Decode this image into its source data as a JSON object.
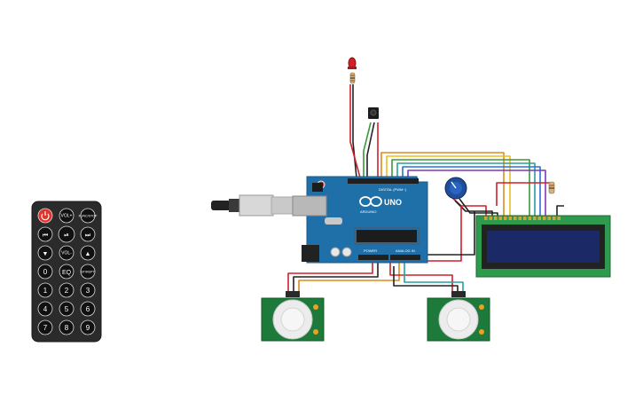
{
  "colors": {
    "background": "#ffffff",
    "arduino_board": "#1f6fa8",
    "remote_body": "#2b2b2b",
    "power_button": "#e0352b",
    "lcd_pcb": "#2e9a4e",
    "lcd_screen": "#1b2a66",
    "pir_pcb": "#1d7a3a",
    "wire_red": "#d0202a",
    "wire_black": "#222222",
    "wire_green": "#3a9a3a",
    "wire_orange": "#e08a1e",
    "wire_yellow": "#e8c020",
    "wire_blue": "#2f6fd8",
    "wire_purple": "#7a3ab8",
    "wire_teal": "#27a0a0"
  },
  "remote": {
    "power_icon": "power-icon",
    "buttons": [
      [
        "",
        "VOL+",
        "FUNC/STOP"
      ],
      [
        "⏮",
        "⏯",
        "⏭"
      ],
      [
        "▼",
        "VOL-",
        "▲"
      ],
      [
        "0",
        "EQ",
        "ST/REPT"
      ],
      [
        "1",
        "2",
        "3"
      ],
      [
        "4",
        "5",
        "6"
      ],
      [
        "7",
        "8",
        "9"
      ]
    ]
  },
  "arduino": {
    "logo_text": "UNO",
    "brand_text": "ARDUINO",
    "digital_label": "DIGITAL (PWM~)",
    "power_label": "POWER",
    "analog_label": "ANALOG IN"
  }
}
